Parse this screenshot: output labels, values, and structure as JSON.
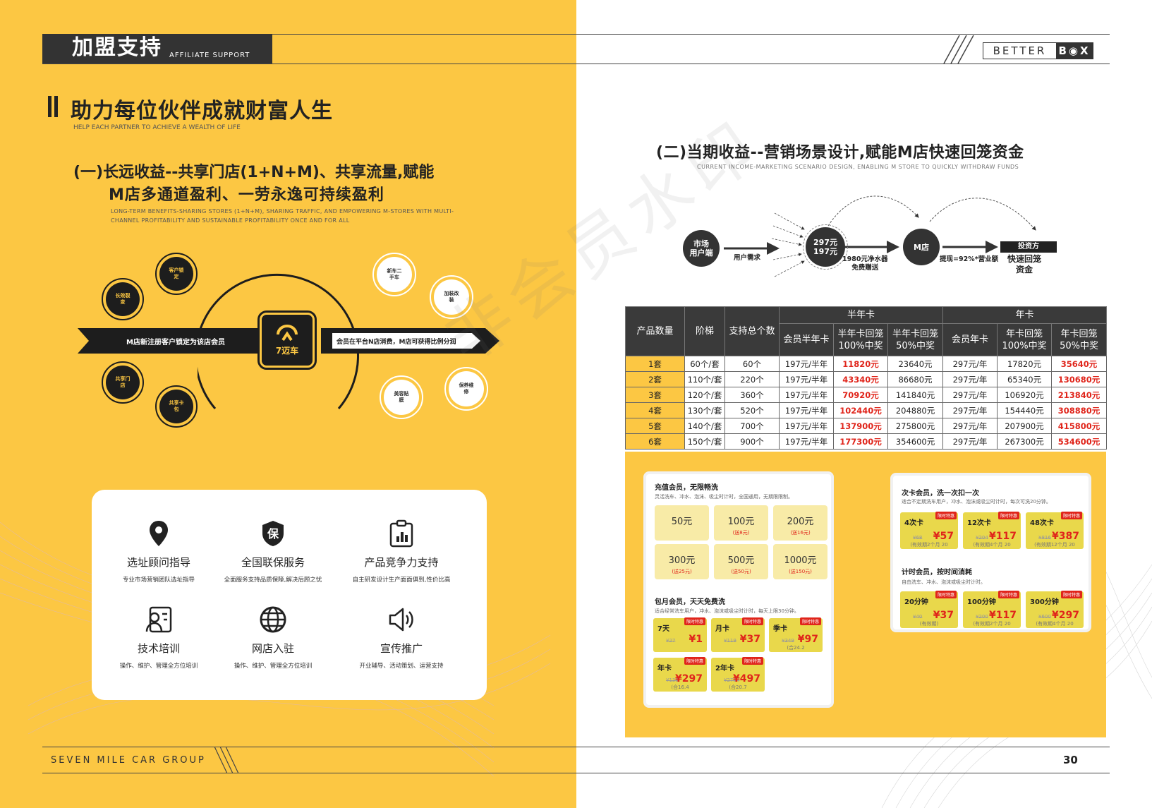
{
  "header": {
    "title": "加盟支持",
    "subtitle": "AFFILIATE SUPPORT",
    "logo_left": "BETTER",
    "logo_right": "B◉X"
  },
  "left": {
    "main_title": "助力每位伙伴成就财富人生",
    "main_subtitle": "HELP EACH PARTNER TO ACHIEVE A WEALTH OF LIFE",
    "section1_line1": "(一)长远收益--共享门店(1+N+M)、共享流量,赋能",
    "section1_line2": "M店多通道盈利、一劳永逸可持续盈利",
    "section1_subtitle": "LONG-TERM BENEFITS-SHARING STORES (1+N+M), SHARING TRAFFIC, AND EMPOWERING M-STORES WITH MULTI-CHANNEL PROFITABILITY AND SUSTAINABLE PROFITABILITY ONCE AND FOR ALL",
    "diagram": {
      "left_arrow": "M店新注册客户锁定为该店会员",
      "right_arrow": "会员在平台N店消费，M店可获得比例分润",
      "center_logo": "7迈车",
      "dark_circles": [
        "长效裂变",
        "客户锁定",
        "共享门店",
        "共享卡包"
      ],
      "light_circles": [
        "新车二手车",
        "加装改装",
        "美容贴膜",
        "保养维修"
      ]
    },
    "support": [
      {
        "label": "选址顾问指导",
        "desc": "专业市场营销团队选址指导",
        "icon": "location-pin-icon"
      },
      {
        "label": "全国联保服务",
        "desc": "全面服务支持品质保障,解决后顾之忧",
        "icon": "shield-icon"
      },
      {
        "label": "产品竞争力支持",
        "desc": "自主研发设计生产面面俱到,性价比高",
        "icon": "chart-clipboard-icon"
      },
      {
        "label": "技术培训",
        "desc": "操作、维护、管理全方位培训",
        "icon": "training-icon"
      },
      {
        "label": "网店入驻",
        "desc": "操作、维护、管理全方位培训",
        "icon": "globe-icon"
      },
      {
        "label": "宣传推广",
        "desc": "开业辅导、活动策划、运营支持",
        "icon": "speaker-icon"
      }
    ]
  },
  "right": {
    "section2_title": "(二)当期收益--营销场景设计,赋能M店快速回笼资金",
    "section2_subtitle": "CURRENT INCOME-MARKETING SCENARIO DESIGN, ENABLING M STORE TO QUICKLY WITHDRAW FUNDS",
    "flow": {
      "node_market": "市场\n用户端",
      "label_demand": "用户需求",
      "node_price": "297元\n197元",
      "label_gift": "1980元净水器\n免费赠送",
      "node_mstore": "M店",
      "label_withdraw": "提现=92%*营业额",
      "investor": "投资方",
      "quick": "快速回笼\n资金"
    },
    "table": {
      "group_headers": [
        "半年卡",
        "年卡"
      ],
      "headers": [
        "产品数量",
        "阶梯",
        "支持总个数",
        "会员半年卡",
        "半年卡回笼\n100%中奖",
        "半年卡回笼\n50%中奖",
        "会员年卡",
        "年卡回笼\n100%中奖",
        "年卡回笼\n50%中奖"
      ],
      "rows": [
        [
          "1套",
          "60个/套",
          "60个",
          "197元/半年",
          "11820元",
          "23640元",
          "297元/年",
          "17820元",
          "35640元"
        ],
        [
          "2套",
          "110个/套",
          "220个",
          "197元/半年",
          "43340元",
          "86680元",
          "297元/年",
          "65340元",
          "130680元"
        ],
        [
          "3套",
          "120个/套",
          "360个",
          "197元/半年",
          "70920元",
          "141840元",
          "297元/年",
          "106920元",
          "213840元"
        ],
        [
          "4套",
          "130个/套",
          "520个",
          "197元/半年",
          "102440元",
          "204880元",
          "297元/年",
          "154440元",
          "308880元"
        ],
        [
          "5套",
          "140个/套",
          "700个",
          "197元/半年",
          "137900元",
          "275800元",
          "297元/年",
          "207900元",
          "415800元"
        ],
        [
          "6套",
          "150个/套",
          "900个",
          "197元/半年",
          "177300元",
          "354600元",
          "297元/年",
          "267300元",
          "534600元"
        ]
      ]
    },
    "recharge": {
      "title": "充值会员，无限畅洗",
      "desc": "灵活洗车、冲水、泡沫、吸尘时计时，全国通用，无期限限制。",
      "tiles": [
        {
          "v": "50元",
          "g": ""
        },
        {
          "v": "100元",
          "g": "(送8元)"
        },
        {
          "v": "200元",
          "g": "(送16元)"
        },
        {
          "v": "300元",
          "g": "(送25元)"
        },
        {
          "v": "500元",
          "g": "(送50元)"
        },
        {
          "v": "1000元",
          "g": "(送150元)"
        }
      ]
    },
    "monthly": {
      "title": "包月会员，天天免费洗",
      "desc": "适合经常洗车用户，冲水、泡沫或吸尘时计时，每天上限30分钟。",
      "cards": [
        {
          "t": "7天",
          "op": "¥27",
          "p": "¥1",
          "n": ""
        },
        {
          "t": "月卡",
          "op": "¥119",
          "p": "¥37",
          "n": ""
        },
        {
          "t": "季卡",
          "op": "¥349",
          "p": "¥97",
          "n": "(合24.2"
        },
        {
          "t": "年卡",
          "op": "¥139",
          "p": "¥297",
          "n": "(合16.4"
        },
        {
          "t": "2年卡",
          "op": "¥2784",
          "p": "¥497",
          "n": "(合20.7"
        }
      ]
    },
    "times": {
      "title": "次卡会员，洗一次扣一次",
      "desc": "适合不定期洗车用户，冲水、泡沫或吸尘时计时，每次可洗20分钟。",
      "cards": [
        {
          "t": "4次卡",
          "op": "¥68",
          "p": "¥57",
          "n": "(有效期2个月 20"
        },
        {
          "t": "12次卡",
          "op": "¥204",
          "p": "¥117",
          "n": "(有效期4个月 20"
        },
        {
          "t": "48次卡",
          "op": "¥816",
          "p": "¥387",
          "n": "(有效期12个月 20"
        }
      ]
    },
    "timed": {
      "title": "计时会员，按时间消耗",
      "desc": "自由洗车、冲水、泡沫或吸尘时计时。",
      "cards": [
        {
          "t": "20分钟",
          "op": "¥40",
          "p": "¥37",
          "n": "(有效期)"
        },
        {
          "t": "100分钟",
          "op": "¥200",
          "p": "¥117",
          "n": "(有效期2个月 20"
        },
        {
          "t": "300分钟",
          "op": "¥600",
          "p": "¥297",
          "n": "(有效期4个月 20"
        }
      ]
    },
    "tag": "限时特惠"
  },
  "footer": {
    "left": "SEVEN MILE CAR GROUP",
    "page_number": "30"
  },
  "watermark": "非会员水印"
}
